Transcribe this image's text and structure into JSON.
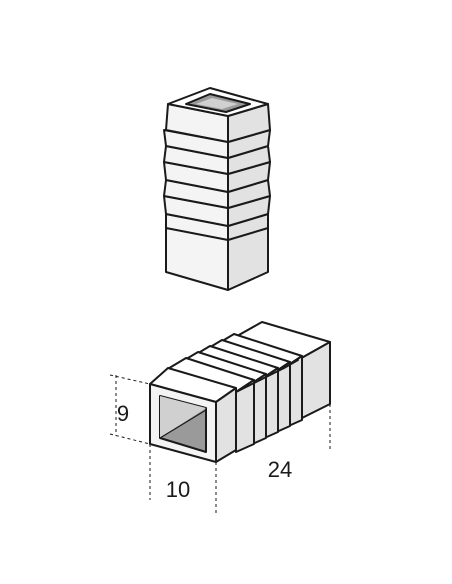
{
  "dimensions": {
    "height": "9",
    "width": "10",
    "length": "24"
  }
}
